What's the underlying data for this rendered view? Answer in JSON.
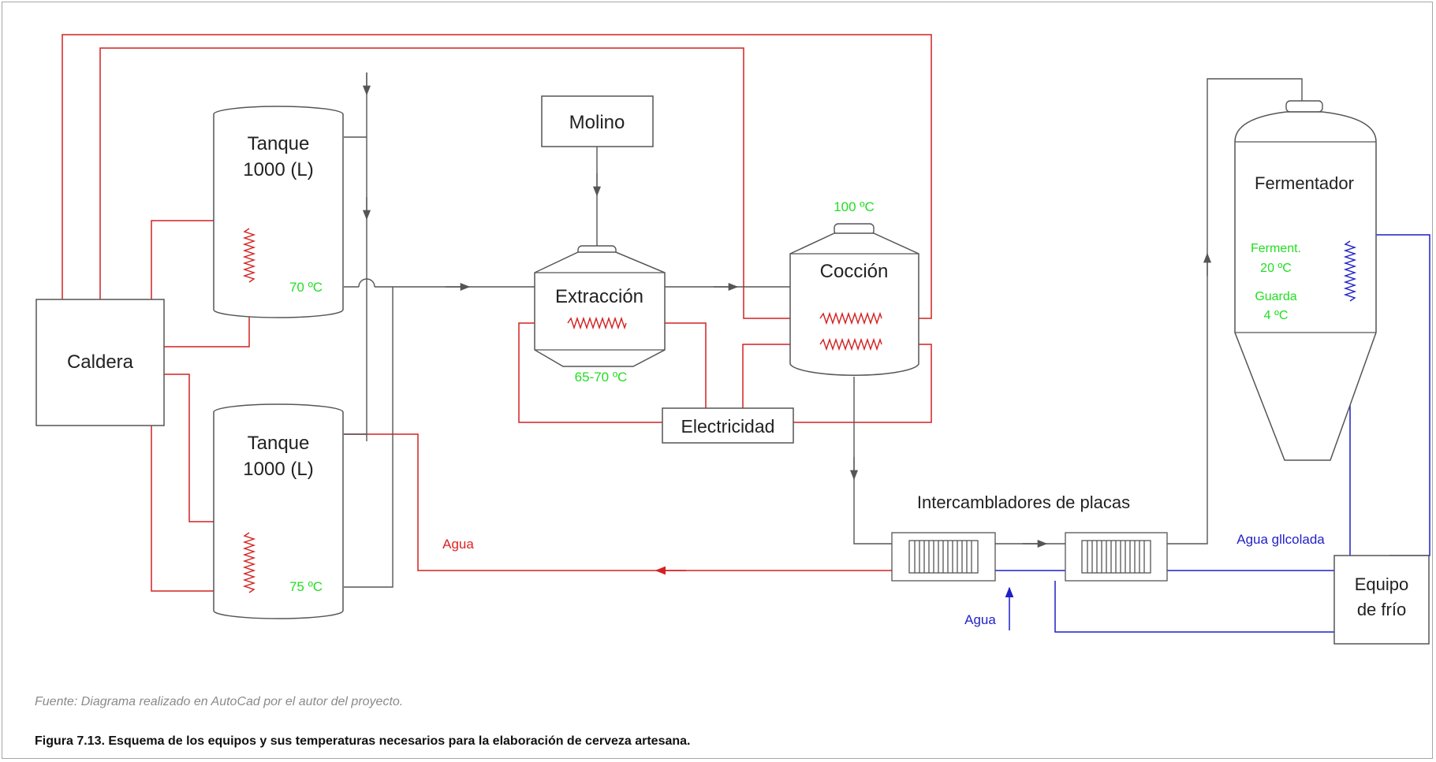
{
  "equipment": {
    "boiler": "Caldera",
    "tank_top": [
      "Tanque",
      "1000 (L)"
    ],
    "tank_bottom": [
      "Tanque",
      "1000 (L)"
    ],
    "mill": "Molino",
    "extraction": "Extracción",
    "boiling": "Cocción",
    "electricity": "Electricidad",
    "heat_exchangers": "Intercambladores de placas",
    "fermenter": "Fermentador",
    "chiller": [
      "Equipo",
      "de frío"
    ]
  },
  "temperatures": {
    "tank_top": "70 ºC",
    "tank_bottom": "75 ºC",
    "extraction": "65-70 ºC",
    "boiling": "100 ºC",
    "fermentation": [
      "Ferment.",
      "20 ºC"
    ],
    "storage": [
      "Guarda",
      "4 ºC"
    ]
  },
  "flows": {
    "water_hot": "Agua",
    "water_cold": "Agua",
    "glycol_water": "Agua gllcolada"
  },
  "colors": {
    "line": "#555555",
    "hot": "#d42020",
    "cold": "#1f1fc8",
    "temperature_text": "#22dd22"
  },
  "source": "Fuente: Diagrama realizado en AutoCad por el autor del proyecto.",
  "figure_caption": "Figura 7.13. Esquema de los equipos y sus temperaturas necesarios para la elaboración de cerveza artesana."
}
